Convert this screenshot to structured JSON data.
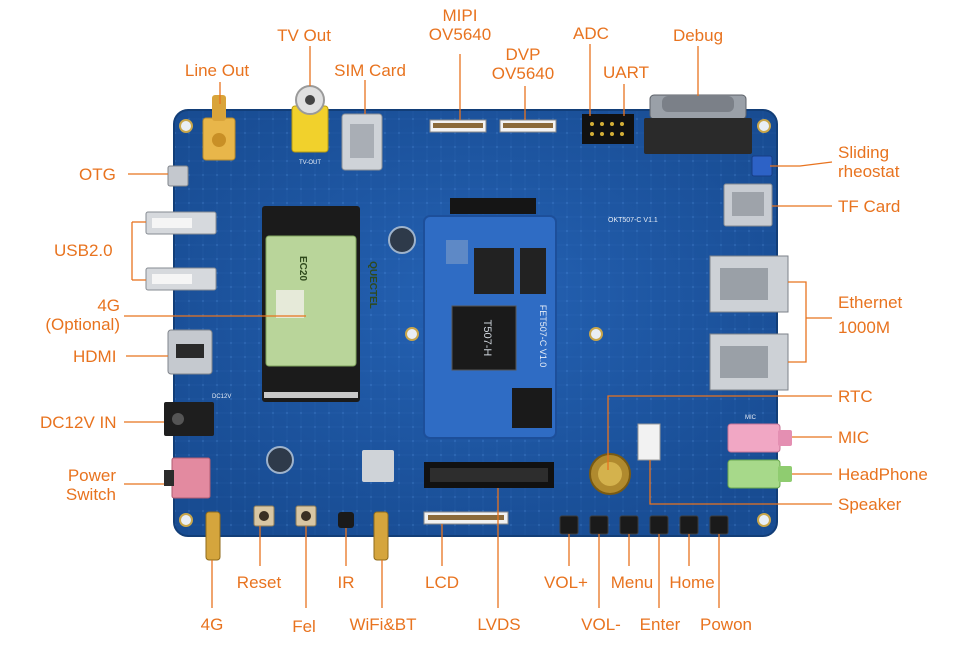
{
  "colors": {
    "label": "#e8731f",
    "leader": "#e8731f",
    "board": "#1f5aa8",
    "board_dark": "#15427e",
    "board_trace": "#2d6dc0",
    "som": "#2f6cc4",
    "module_green": "#b9d59a"
  },
  "board_text": {
    "module_brand": "QUECTEL",
    "module_model": "EC20",
    "cpu_mark": "T507-H",
    "som_name": "FET507-C V1.0",
    "board_name": "OKT507-C V1.1",
    "tv_port_text": "TV-OUT",
    "dc_jack_text": "DC12V",
    "mic_text": "MIC"
  },
  "labels": {
    "line_out": "Line Out",
    "tv_out": "TV Out",
    "sim_card": "SIM Card",
    "mipi_line1": "MIPI",
    "mipi_line2": "OV5640",
    "dvp_line1": "DVP",
    "dvp_line2": "OV5640",
    "adc": "ADC",
    "uart": "UART",
    "debug": "Debug",
    "sliding_line1": "Sliding",
    "sliding_line2": "rheostat",
    "tf_card": "TF Card",
    "ethernet_line1": "Ethernet",
    "ethernet_line2": "1000M",
    "rtc": "RTC",
    "mic": "MIC",
    "headphone": "HeadPhone",
    "speaker": "Speaker",
    "otg": "OTG",
    "usb": "USB2.0",
    "g4_opt_line1": "4G",
    "g4_opt_line2": "(Optional)",
    "hdmi": "HDMI",
    "dc12v": "DC12V IN",
    "power_line1": "Power",
    "power_line2": "Switch",
    "reset": "Reset",
    "ir": "IR",
    "lcd": "LCD",
    "vol_plus": "VOL+",
    "menu": "Menu",
    "home": "Home",
    "g4_ant": "4G",
    "fel": "Fel",
    "wifi_bt": "WiFi&BT",
    "lvds": "LVDS",
    "vol_minus": "VOL-",
    "enter": "Enter",
    "powon": "Powon"
  }
}
